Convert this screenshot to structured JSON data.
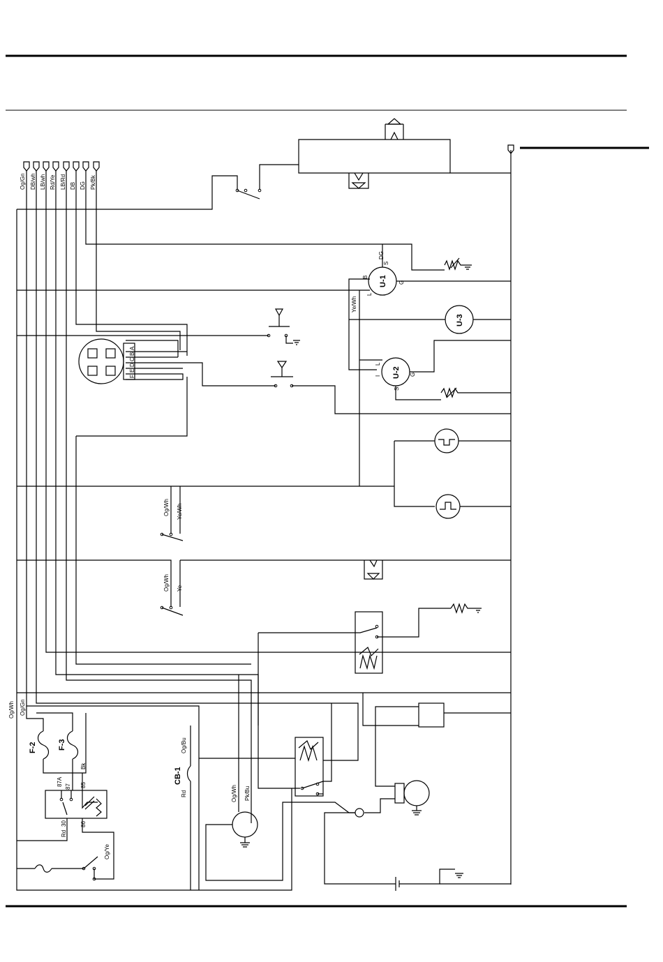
{
  "wire_colors_top": [
    "Og/Gn",
    "DB/wh",
    "LB/wh",
    "Rd/Ye",
    "LB/Rd",
    "DB",
    "DG",
    "Pk/Bk"
  ],
  "connector_pins": [
    "A",
    "B",
    "C",
    "D",
    "E",
    "F"
  ],
  "components": {
    "u1": "U-1",
    "u2": "U-2",
    "u3": "U-3",
    "f2": "F-2",
    "f3": "F-3",
    "cb1": "CB-1"
  },
  "u1_pins": {
    "s": "S",
    "b": "B",
    "l": "L",
    "g": "G",
    "dg": "DG"
  },
  "u2_pins": {
    "l": "L",
    "i": "I",
    "g": "G",
    "s": "S"
  },
  "switch_wires": {
    "sw1_a": "Og/Wh",
    "sw1_b": "Ye/Wh",
    "sw2_a": "Og/Wh",
    "sw2_b": "Ye"
  },
  "ye_wh_label": "Ye/Wh",
  "bottom_wires": {
    "og_wh": "Og/Wh",
    "og_gn": "Og/Gn",
    "bk": "Bk",
    "og_bu": "Og/Bu",
    "rd": "Rd",
    "og_wh_motor": "Og/Wh",
    "pk_bu": "Pk/Bu",
    "og_ye": "Og/Ye",
    "rd_relay": "Rd"
  },
  "relay_pins": {
    "p87a": "87A",
    "p87": "87",
    "p85": "85",
    "p30": "30",
    "p86": "86"
  }
}
